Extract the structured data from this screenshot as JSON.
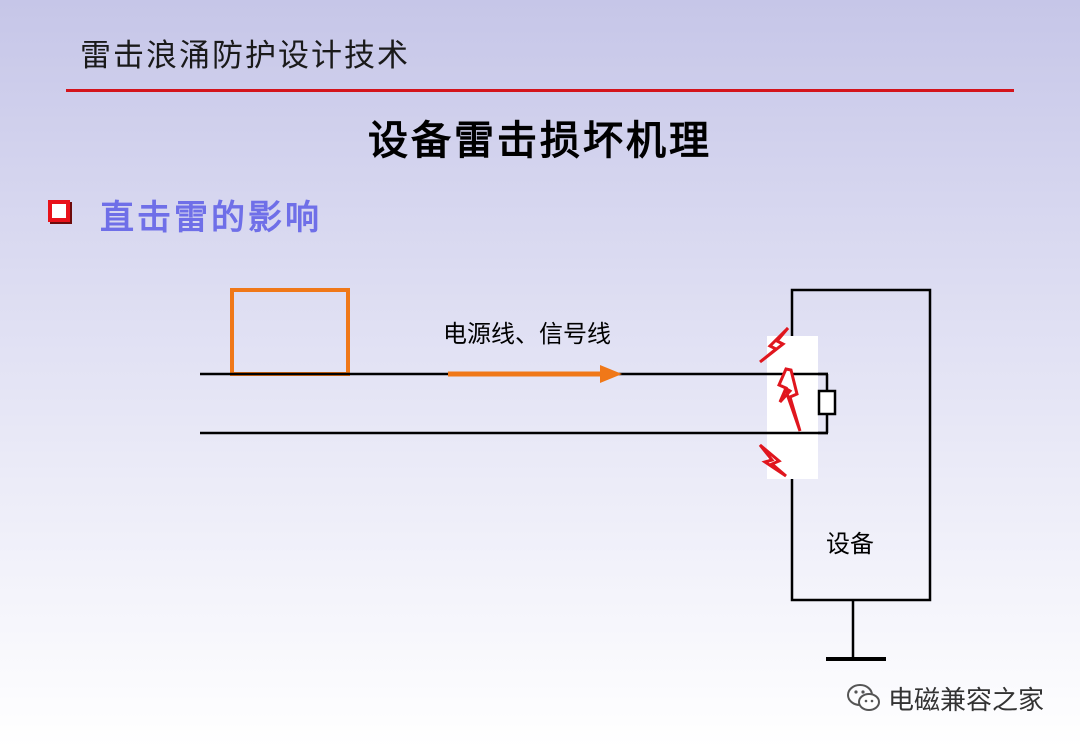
{
  "header": {
    "title": "雷击浪涌防护设计技术"
  },
  "slide": {
    "title": "设备雷击损坏机理"
  },
  "section": {
    "heading": "直击雷的影响"
  },
  "diagram": {
    "line_label": "电源线、信号线",
    "equipment_label": "设备"
  },
  "watermark": {
    "text": "电磁兼容之家"
  },
  "colors": {
    "accent_red": "#d4141c",
    "heading_blue": "#6f6fe8",
    "orange": "#f07818",
    "lightning_red": "#e0161e"
  }
}
